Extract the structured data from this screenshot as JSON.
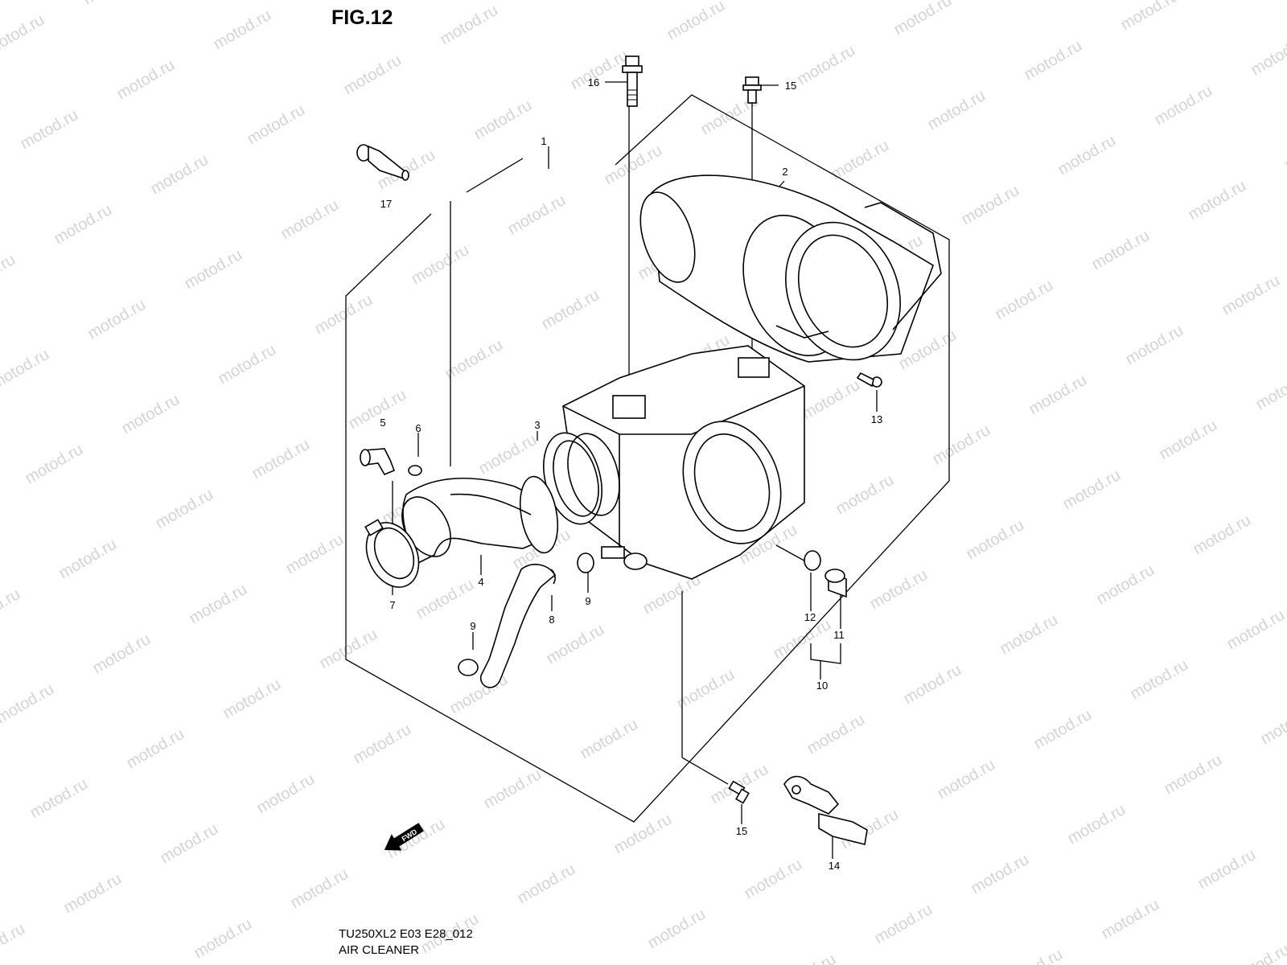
{
  "figure": {
    "title": "FIG.12"
  },
  "caption": {
    "code": "TU250XL2 E03 E28_012",
    "name": "AIR CLEANER"
  },
  "watermark": {
    "text": "motod.ru"
  },
  "fwd_arrow": {
    "label": "FWD"
  },
  "callouts": [
    "1",
    "2",
    "3",
    "4",
    "5",
    "6",
    "7",
    "8",
    "9",
    "9",
    "10",
    "11",
    "12",
    "13",
    "14",
    "15",
    "15",
    "16",
    "17"
  ]
}
